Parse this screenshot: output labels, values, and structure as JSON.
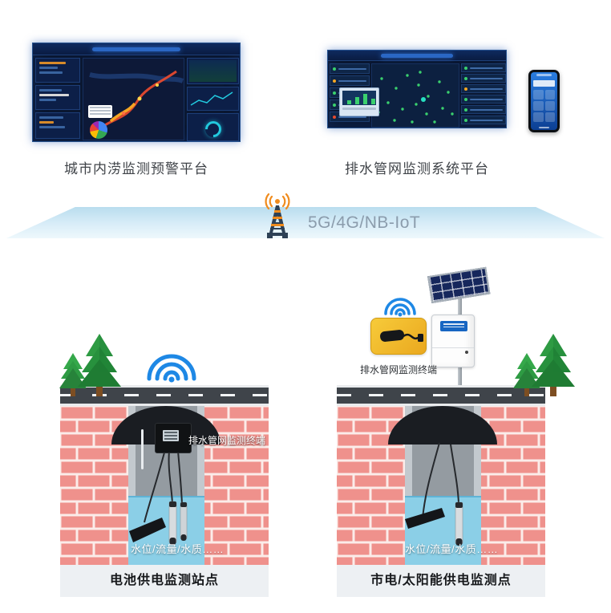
{
  "platforms": {
    "left_label": "城市内涝监测预警平台",
    "right_label": "排水管网监测系统平台"
  },
  "network": {
    "label": "5G/4G/NB-IoT"
  },
  "scene_left": {
    "terminal_label": "排水管网监测终端",
    "water_label": "水位/流量/水质……",
    "caption": "电池供电监测站点"
  },
  "scene_right": {
    "terminal_label": "排水管网监测终端",
    "water_label": "水位/流量/水质……",
    "caption": "市电/太阳能供电监测点"
  },
  "icons": {
    "wifi": "wifi-arcs-blue",
    "signal_tower": "telecom-tower-orange",
    "tree": "pine-tree-green",
    "solar_panel": "solar-panel-grid",
    "phone": "smartphone-mockup"
  },
  "colors": {
    "wifi_blue": "#1e88e5",
    "band_blue": "#b9ddee",
    "network_text": "#8b9cac",
    "brick_red": "#ef918c",
    "water_blue": "#8bcfe7",
    "tower_orange": "#f08c1e",
    "dashboard_navy": "#0a1731",
    "road_gray": "#3f444a"
  }
}
